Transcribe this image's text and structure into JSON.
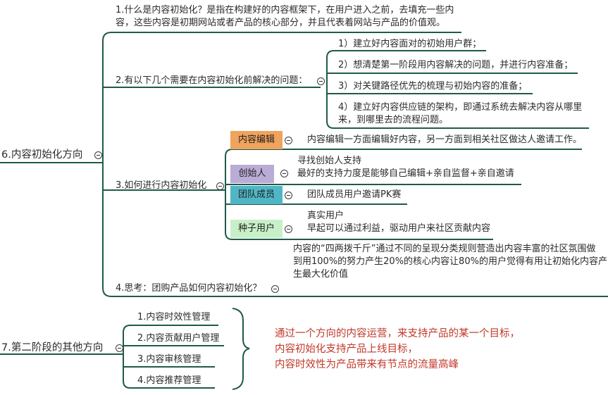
{
  "section6": {
    "title": "6.内容初始化方向",
    "branch1": {
      "line1": "1.什么是内容初始化？是指在构建好的内容框架下，在用户进入之前，去填充一些内",
      "line2": "容，这些内容是初期网站或者产品的核心部分，并且代表着网站与产品的价值观。"
    },
    "branch2": {
      "title": "2.有以下几个需要在内容初始化前解决的问题：",
      "items": [
        "1）建立好内容面对的初始用户群；",
        "2）想清楚第一阶段用内容解决的问题，并进行内容准备；",
        "3）对关键路径优先的梳理与初始内容的准备；",
        "4）建立好内容供应链的架构，即通过系统去解决内容从哪里",
        "来，到哪里去的流程问题。"
      ]
    },
    "branch3": {
      "title": "3.如何进行内容初始化",
      "roles": [
        {
          "tag": "内容编辑",
          "color": "#f0a35c",
          "lines": [
            "内容编辑一方面编辑好内容，另一方面到相关社区做达人邀请工作。"
          ]
        },
        {
          "tag": "创始人",
          "color": "#b9acd6",
          "lines": [
            "寻找创始人支持",
            "最好的支持力度是能够自己编辑+亲自监督+亲自邀请"
          ]
        },
        {
          "tag": "团队成员",
          "color": "#4fb6c6",
          "lines": [
            "团队成员用户邀请PK赛"
          ]
        },
        {
          "tag": "种子用户",
          "color": "#c8f0c8",
          "lines": [
            "真实用户",
            "早起可以通过利益，驱动用户来社区贡献内容"
          ]
        }
      ]
    },
    "branch4": {
      "title": "4.思考：团购产品如何内容初始化？",
      "lines": [
        "内容的“四两拨千斤”通过不同的呈现分类规则营造出内容丰富的社区氛围做",
        "到用100%的努力产生20%的核心内容让80%的用户觉得有用让初始化内容产",
        "生最大化价值"
      ]
    }
  },
  "section7": {
    "title": "7.第二阶段的其他方向",
    "items": [
      "1.内容时效性管理",
      "2.内容贡献用户管理",
      "3.内容审核管理",
      "4.内容推荐管理"
    ],
    "note": [
      "通过一个方向的内容运营，来支持产品的某一个目标，",
      "内容初始化支持产品上线目标，",
      "内容时效性为产品带来有节点的流量高峰"
    ],
    "note_color": "#c0392b"
  }
}
